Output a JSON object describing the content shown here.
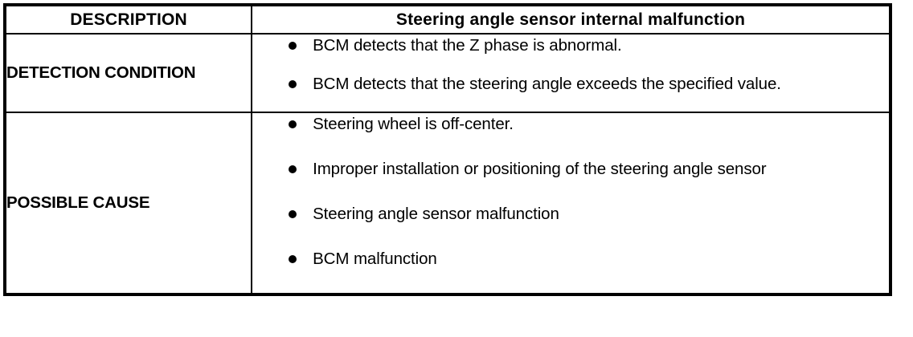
{
  "table": {
    "header": {
      "label": "DESCRIPTION",
      "value": "Steering angle sensor internal malfunction"
    },
    "rows": [
      {
        "label": "DETECTION CONDITION",
        "items": [
          "BCM detects that the Z phase is abnormal.",
          "BCM detects that the steering angle exceeds the specified value."
        ]
      },
      {
        "label": "POSSIBLE CAUSE",
        "items": [
          "Steering wheel is off-center.",
          "Improper installation or positioning of the steering angle sensor",
          "Steering angle sensor malfunction",
          "BCM malfunction"
        ]
      }
    ]
  },
  "colors": {
    "border": "#000000",
    "text": "#000000",
    "background": "#ffffff"
  }
}
